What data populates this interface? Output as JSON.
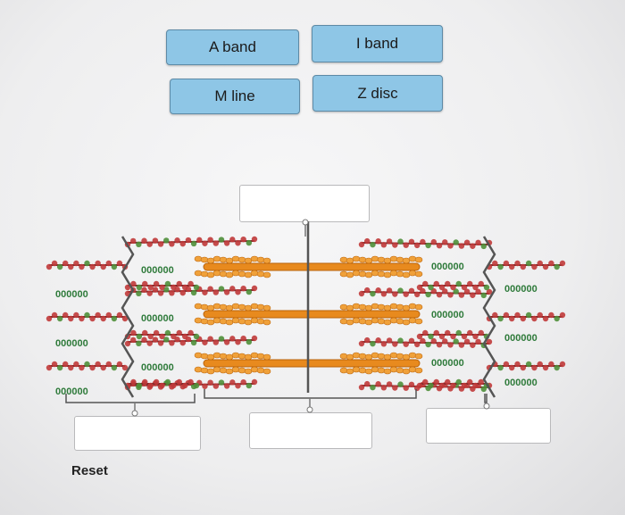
{
  "labels": {
    "a_band": "A band",
    "i_band": "I band",
    "m_line": "M line",
    "z_disc": "Z disc"
  },
  "actions": {
    "reset": "Reset"
  },
  "diagram": {
    "filament_wave": "000000"
  },
  "colors": {
    "button_fill": "#8ec6e6",
    "myosin": "#e88a1e",
    "actin_red": "#c03a3a",
    "actin_green": "#4f8f3a"
  }
}
